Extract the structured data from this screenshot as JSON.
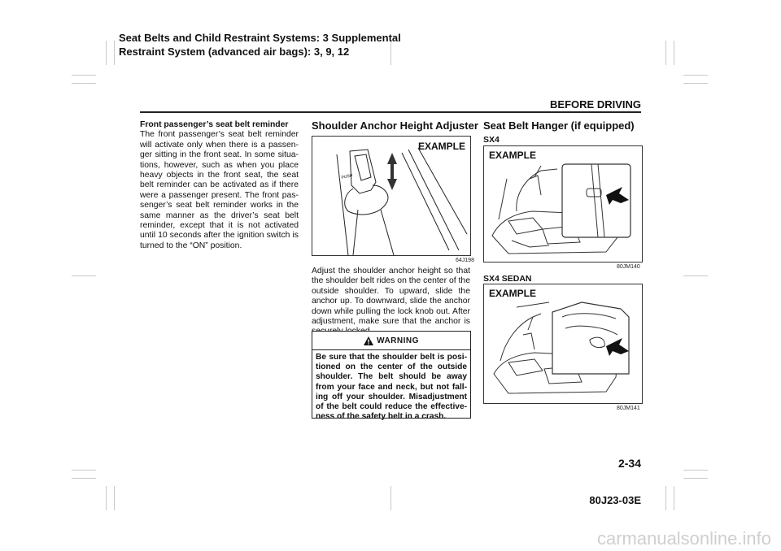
{
  "header": {
    "chapter": "Seat Belts and Child Restraint Systems: 3 Supplemental Restraint System (advanced air bags): 3, 9, 12",
    "section": "BEFORE DRIVING"
  },
  "col1": {
    "subheading": "Front passenger’s seat belt reminder",
    "body": "The front passenger’s seat belt reminder will activate only when there is a passen-ger sitting in the front seat. In some situa-tions, however, such as when you place heavy objects in the front seat, the seat belt reminder can be activated as if there were a passenger present. The front pas-senger’s seat belt reminder works in the same manner as the driver’s seat belt reminder, except that it is not activated until 10 seconds after the ignition switch is turned to the “ON” position."
  },
  "col2": {
    "heading": "Shoulder Anchor Height Adjuster",
    "figure_label": "EXAMPLE",
    "figure_code": "64J198",
    "body": "Adjust the shoulder anchor height so that the shoulder belt rides on the center of the outside shoulder. To upward, slide the anchor up. To downward, slide the anchor down while pulling the lock knob out. After adjustment, make sure that the anchor is securely locked.",
    "warning_title": "WARNING",
    "warning_text": "Be sure that the shoulder belt is posi-tioned on the center of the outside shoulder. The belt should be away from your face and neck, but not fall-ing off your shoulder. Misadjustment of the belt could reduce the effective-ness of the safety belt in a crash."
  },
  "col3": {
    "heading": "Seat Belt Hanger (if equipped)",
    "sub1": "SX4",
    "fig1_label": "EXAMPLE",
    "fig1_code": "80JM140",
    "sub2": "SX4 SEDAN",
    "fig2_label": "EXAMPLE",
    "fig2_code": "80JM141"
  },
  "footer": {
    "page_number": "2-34",
    "doc_id": "80J23-03E",
    "watermark": "carmanualsonline.info"
  }
}
